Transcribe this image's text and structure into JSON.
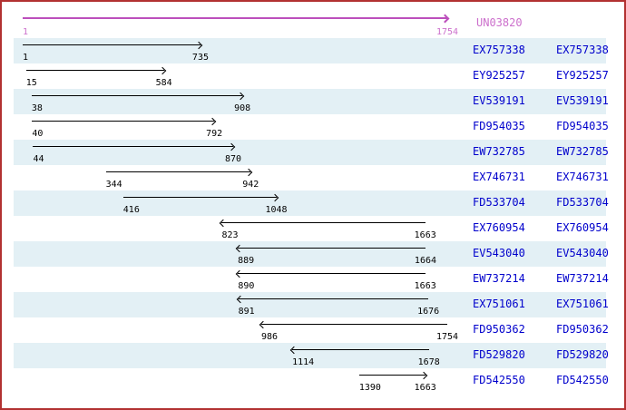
{
  "page": {
    "border_color": "#B23131",
    "background": "#FFFFFF"
  },
  "colors": {
    "row_stripe": "#E3F0F5",
    "accession_link_blue": "#0000CC",
    "reference_magenta": "#BC4FBC",
    "reference_text_magenta": "#CC70CC",
    "alignment_arrow_black": "#000000"
  },
  "chart_data": {
    "type": "bar",
    "subtype": "horizontal-range-alignment",
    "orientation": "horizontal",
    "axis": {
      "min": 1,
      "max": 1754
    },
    "grid": false,
    "legend": false,
    "row_stripes_alternate": true,
    "label_columns": 2,
    "reference": {
      "label": "UN03820",
      "start": 1,
      "end": 1754,
      "direction": "right"
    },
    "alignments": [
      {
        "label": "EX757338",
        "start": 1,
        "end": 735,
        "direction": "right"
      },
      {
        "label": "EY925257",
        "start": 15,
        "end": 584,
        "direction": "right"
      },
      {
        "label": "EV539191",
        "start": 38,
        "end": 908,
        "direction": "right"
      },
      {
        "label": "FD954035",
        "start": 40,
        "end": 792,
        "direction": "right"
      },
      {
        "label": "EW732785",
        "start": 44,
        "end": 870,
        "direction": "right"
      },
      {
        "label": "EX746731",
        "start": 344,
        "end": 942,
        "direction": "right"
      },
      {
        "label": "FD533704",
        "start": 416,
        "end": 1048,
        "direction": "right"
      },
      {
        "label": "EX760954",
        "start": 823,
        "end": 1663,
        "direction": "left"
      },
      {
        "label": "EV543040",
        "start": 889,
        "end": 1664,
        "direction": "left"
      },
      {
        "label": "EW737214",
        "start": 890,
        "end": 1663,
        "direction": "left"
      },
      {
        "label": "EX751061",
        "start": 891,
        "end": 1676,
        "direction": "left"
      },
      {
        "label": "FD950362",
        "start": 986,
        "end": 1754,
        "direction": "left"
      },
      {
        "label": "FD529820",
        "start": 1114,
        "end": 1678,
        "direction": "left"
      },
      {
        "label": "FD542550",
        "start": 1390,
        "end": 1663,
        "direction": "right"
      }
    ]
  }
}
